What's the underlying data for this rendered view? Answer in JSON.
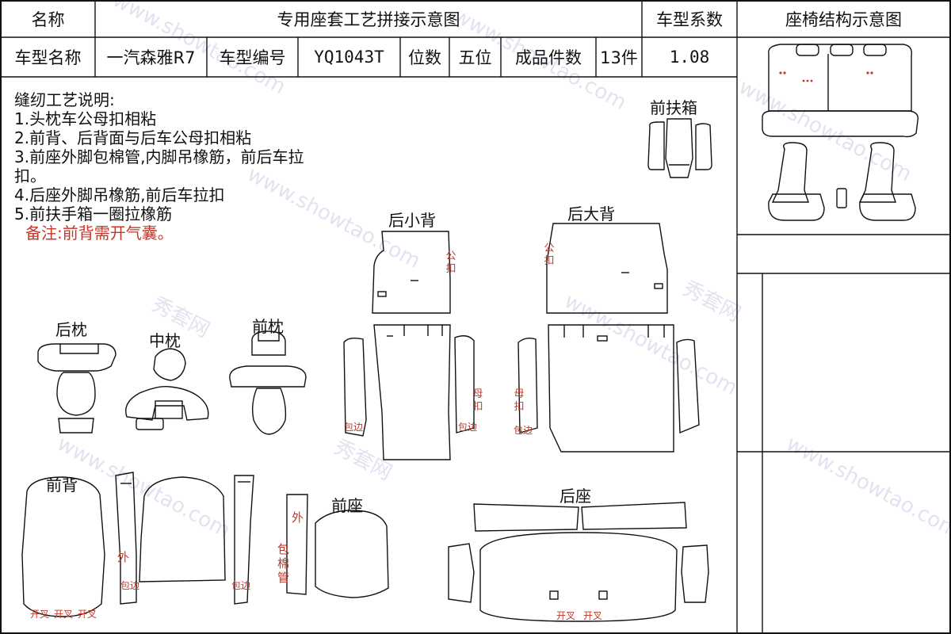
{
  "header": {
    "name_label": "名称",
    "diagram_title": "专用座套工艺拼接示意图",
    "coef_label": "车型系数",
    "struct_label": "座椅结构示意图"
  },
  "info": {
    "model_name_label": "车型名称",
    "model_name": "一汽森雅R7",
    "model_code_label": "车型编号",
    "model_code": "YQ1043T",
    "seats_label": "位数",
    "seats": "五位",
    "pieces_label": "成品件数",
    "pieces": "13件",
    "coefficient": "1.08"
  },
  "notes": {
    "title": "缝纫工艺说明:",
    "items": [
      "1.头枕车公母扣相粘",
      "2.前背、后背面与后车公母扣相粘",
      "3.前座外脚包棉管,内脚吊橡筋，前后车拉",
      "扣。",
      "4.后座外脚吊橡筋,前后车拉扣",
      "5.前扶手箱一圈拉橡筋"
    ],
    "remark": "备注:前背需开气囊。"
  },
  "parts": {
    "front_armrest": "前扶箱",
    "rear_small_back": "后小背",
    "rear_big_back": "后大背",
    "rear_headrest": "后枕",
    "middle_headrest": "中枕",
    "front_headrest": "前枕",
    "front_back": "前背",
    "front_seat": "前座",
    "rear_seat": "后座"
  },
  "annotations": {
    "male_snap": "公扣",
    "female_snap": "母扣",
    "bind_edge": "包边",
    "outer": "外",
    "cotton_tube": "包棉管",
    "slit": "开叉"
  },
  "watermark": {
    "brand": "秀套网",
    "site": "www.showtao.com"
  }
}
